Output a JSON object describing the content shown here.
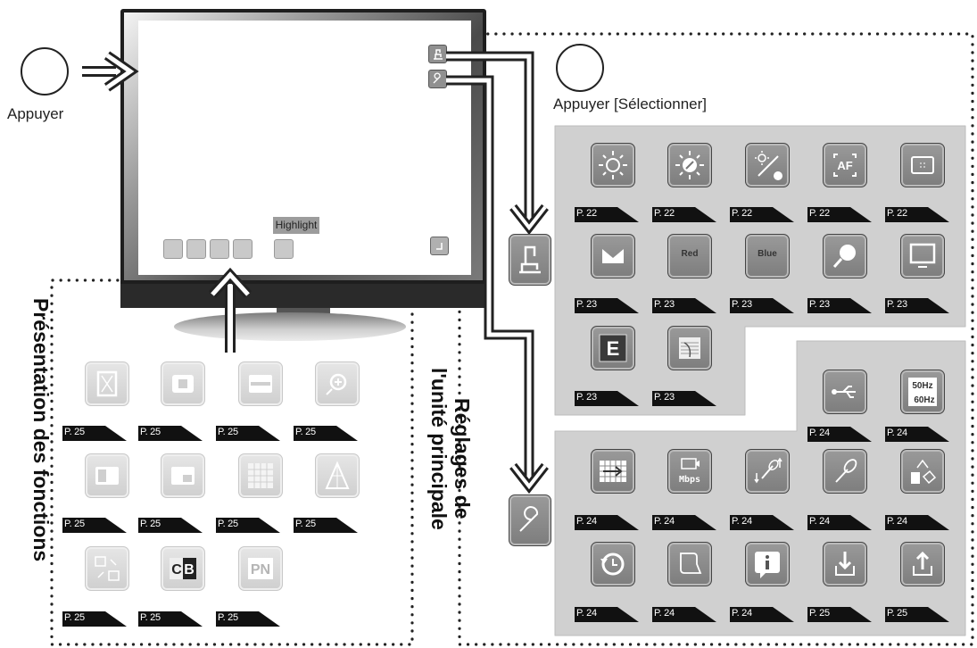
{
  "captions": {
    "press": "Appuyer",
    "press_select": "Appuyer [Sélectionner]",
    "highlight": "Highlight"
  },
  "sections": {
    "functions": "Présentation des fonctions",
    "settings_line1": "Réglages de",
    "settings_line2": "l'unité principale"
  },
  "texts": {
    "red": "Red",
    "blue": "Blue",
    "letter_e": "E",
    "hz_top": "50Hz",
    "hz_bottom": "60Hz",
    "mbps": "Mbps",
    "af": "AF",
    "cb_c": "C",
    "cb_b": "B",
    "pn": "PN"
  },
  "pages": {
    "p22": "P. 22",
    "p23": "P. 23",
    "p24": "P. 24",
    "p25": "P. 25"
  },
  "colors": {
    "panel": "#d0d0d0",
    "button_dark": "#8b8b8b",
    "button_faint": "#dcdcdc",
    "frame": "#1e1e1e"
  }
}
